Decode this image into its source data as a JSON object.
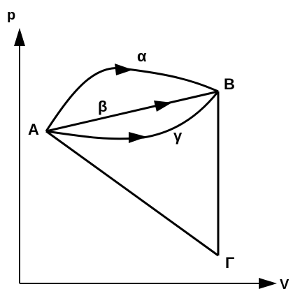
{
  "axes": {
    "y_label": "p",
    "x_label": "V"
  },
  "points": {
    "A": "A",
    "B": "B",
    "G": "Γ"
  },
  "paths": {
    "alpha": "α",
    "beta": "β",
    "gamma": "γ"
  },
  "colors": {
    "ink": "#000000",
    "background": "#ffffff"
  }
}
